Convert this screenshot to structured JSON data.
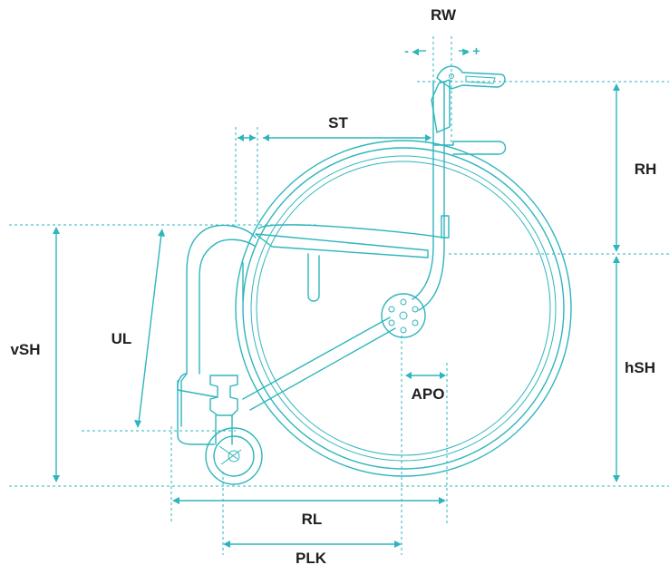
{
  "colors": {
    "accent": "#2fb5bd",
    "label_text": "#1f1f1f",
    "background": "#ffffff"
  },
  "labels": {
    "rw": "RW",
    "rw_minus": "- ◂",
    "rw_plus": "▸ +",
    "st": "ST",
    "rh": "RH",
    "vsh": "vSH",
    "ul": "UL",
    "hsh": "hSH",
    "apo": "APO",
    "rl": "RL",
    "plk": "PLK"
  }
}
